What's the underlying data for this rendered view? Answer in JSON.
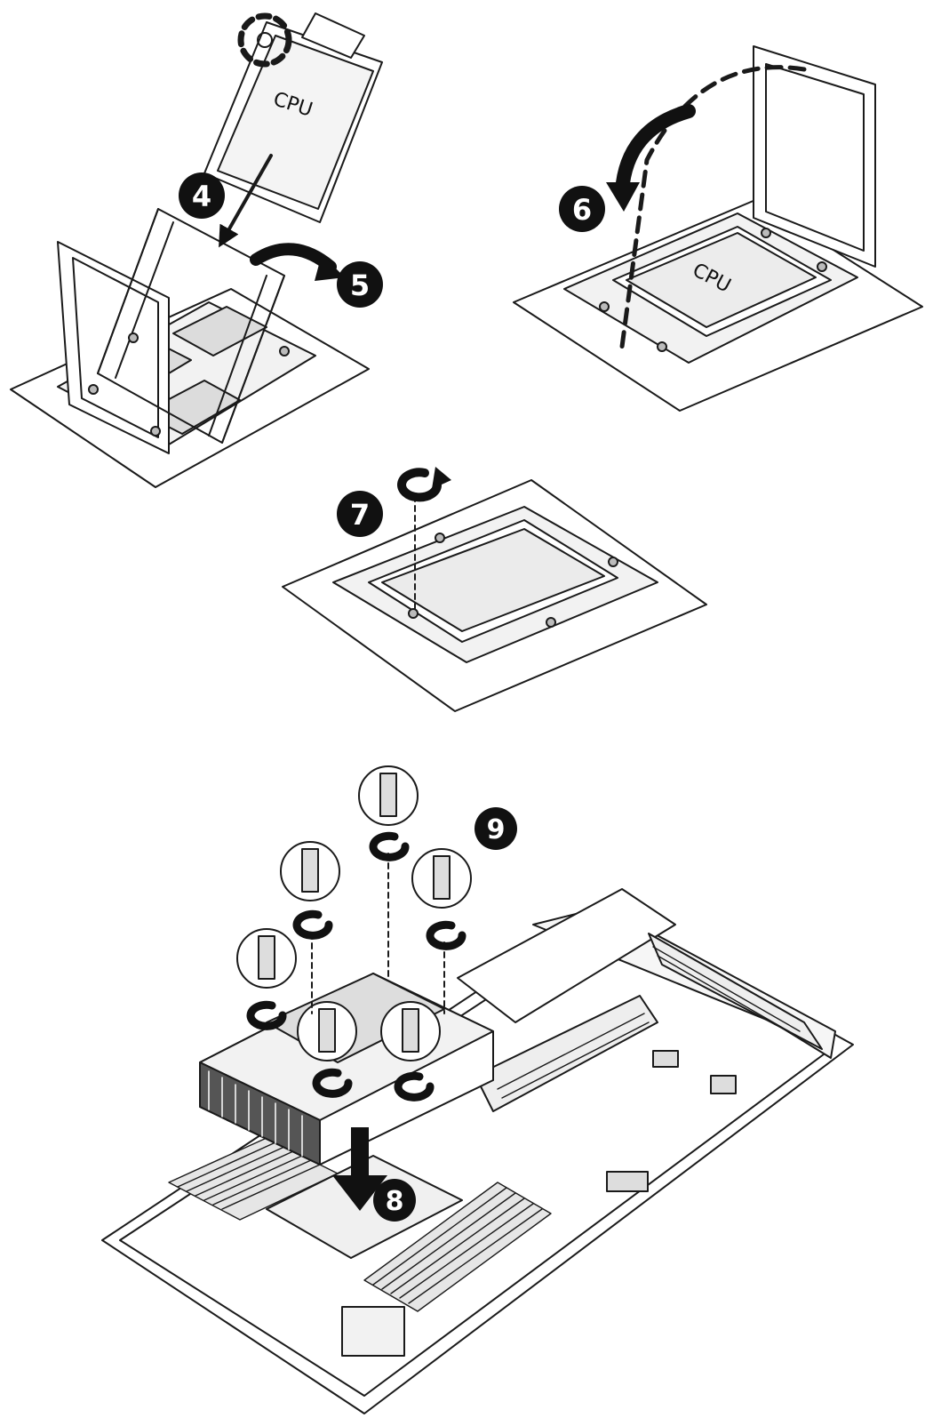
{
  "steps": {
    "step4": "4",
    "step5": "5",
    "step6": "6",
    "step7": "7",
    "step8": "8",
    "step9": "9"
  },
  "labels": {
    "cpu_top_left": "CPU",
    "cpu_top_right": "CPU"
  },
  "colors": {
    "line": "#1a1a1a",
    "badge_fill": "#111111",
    "badge_text": "#ffffff",
    "paper": "#ffffff",
    "shade": "#d9d9d9"
  }
}
